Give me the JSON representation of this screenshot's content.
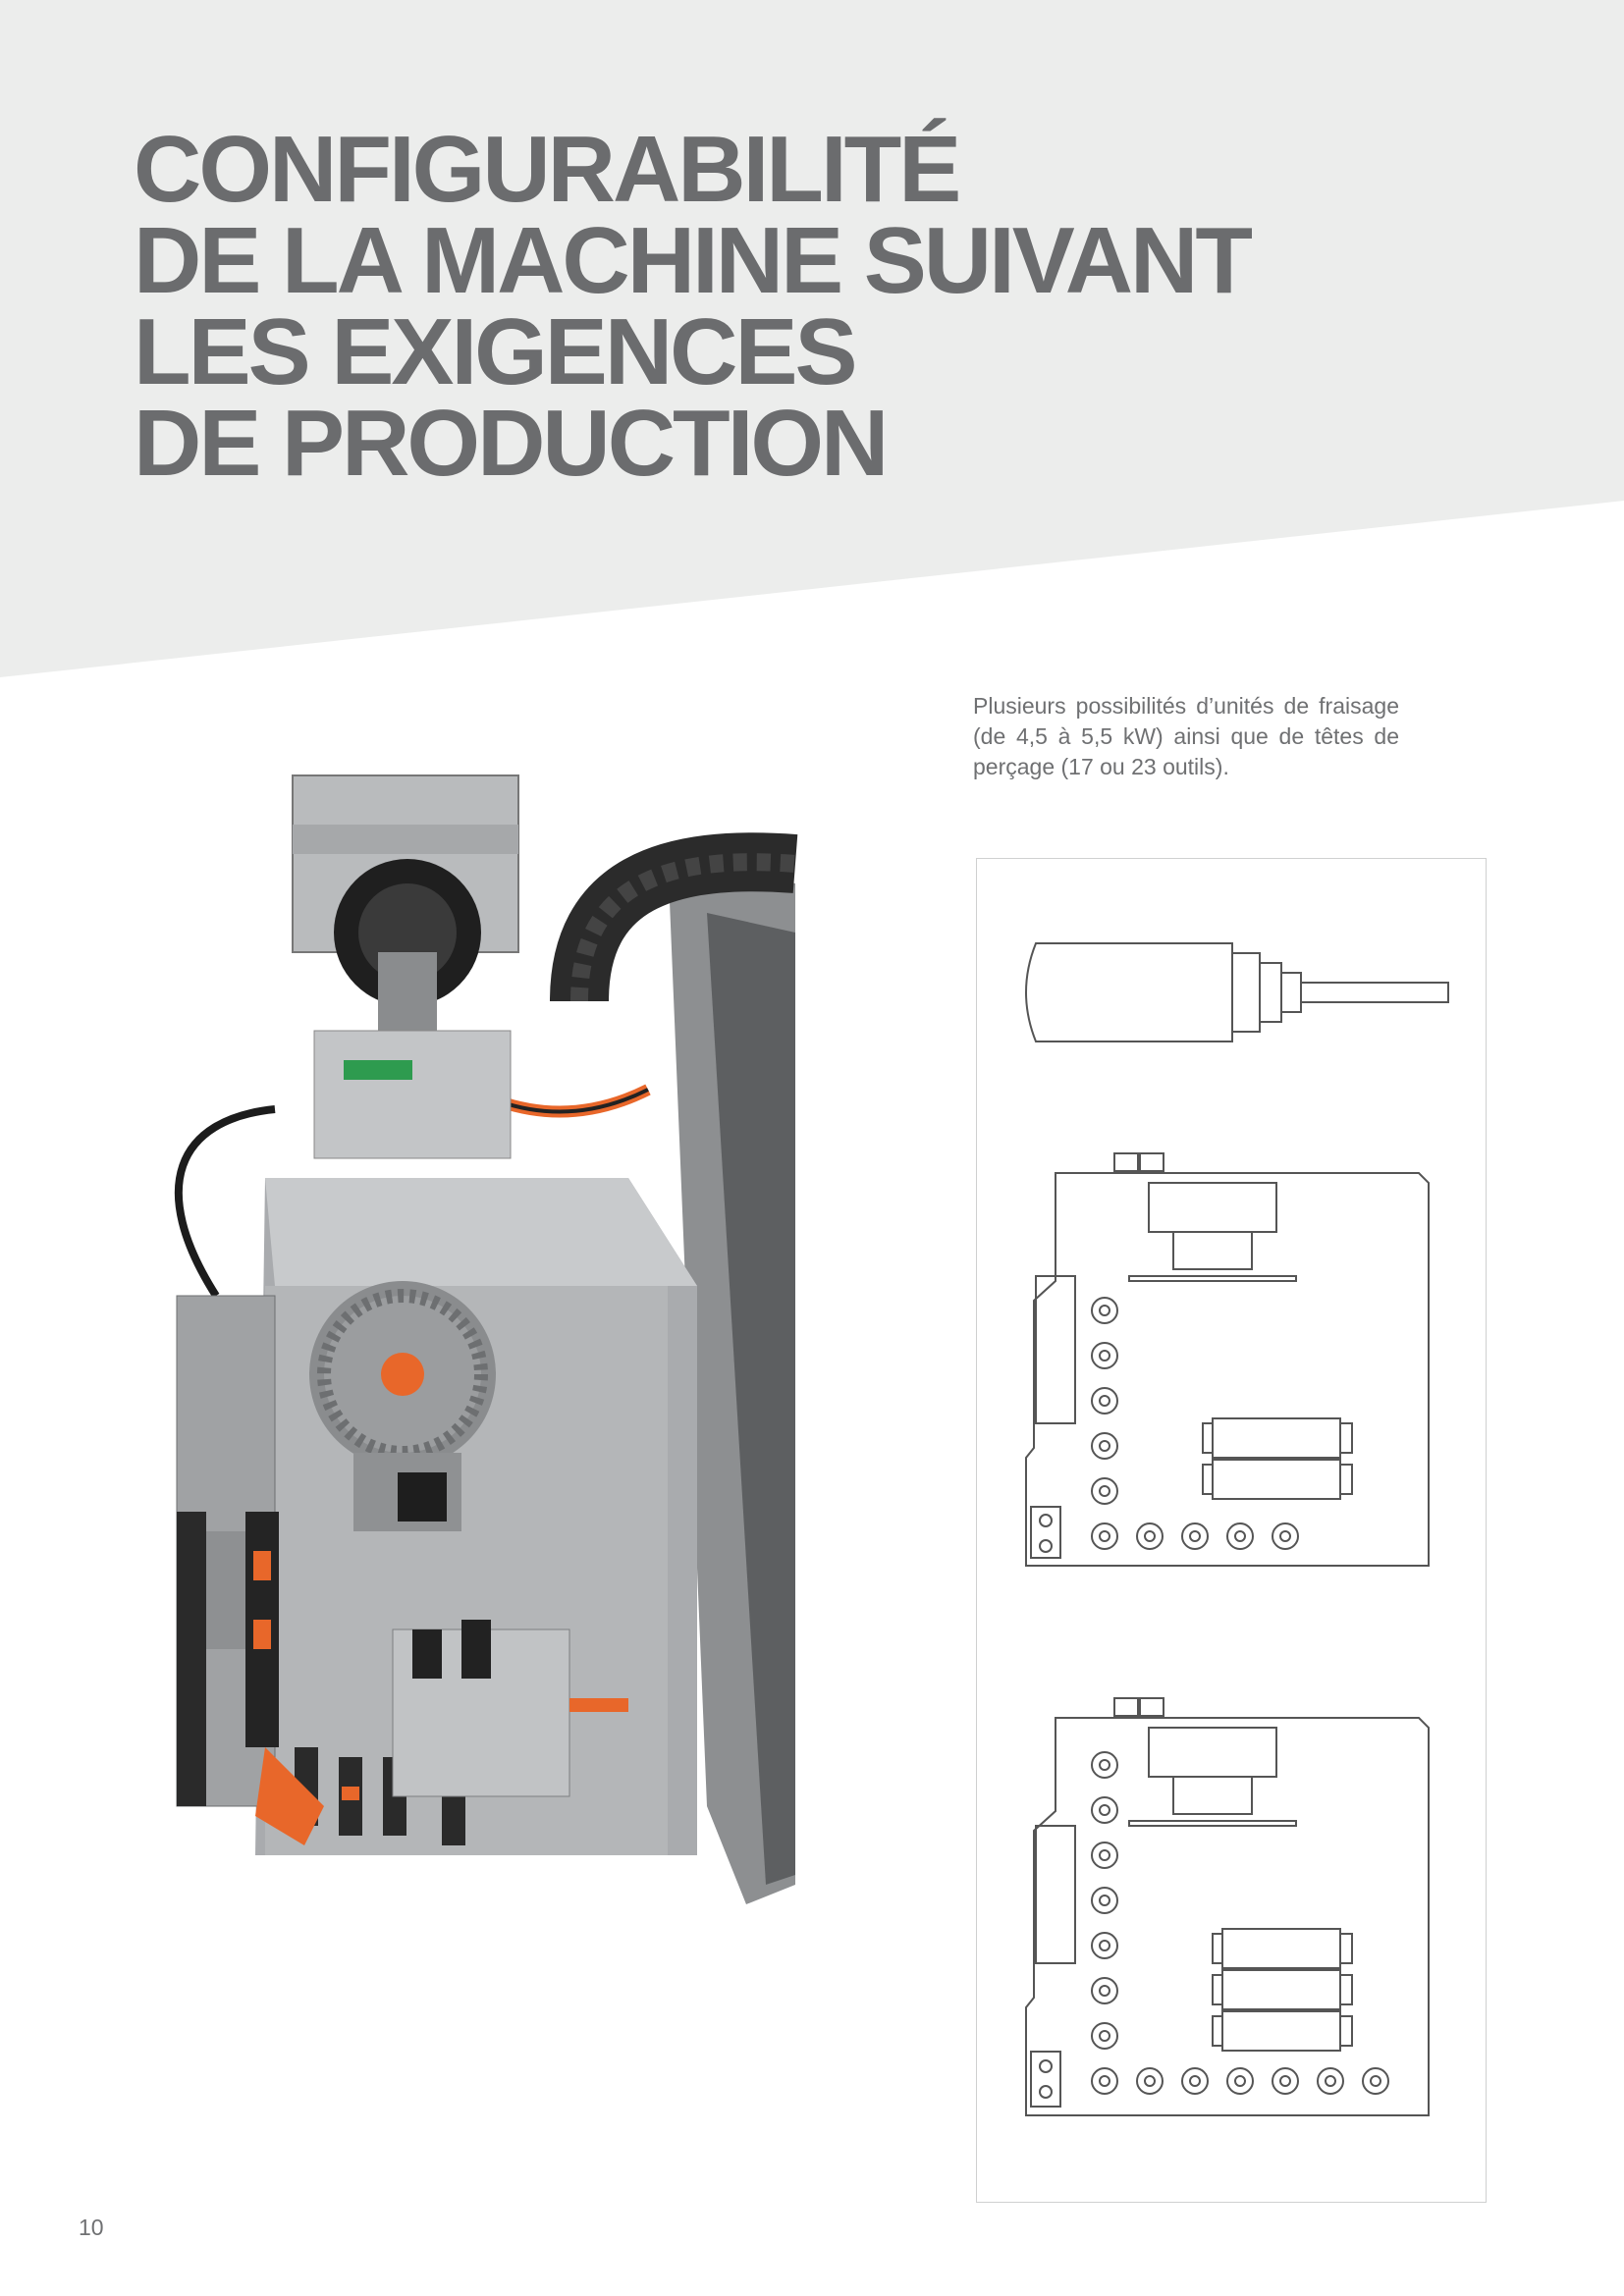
{
  "title": {
    "lines": [
      "CONFIGURABILITÉ",
      "DE LA MACHINE SUIVANT",
      "LES EXIGENCES",
      "DE PRODUCTION"
    ]
  },
  "caption": "Plusieurs possibilités d’unités de fraisage (de 4,5 à 5,5 kW) ainsi que de têtes de perçage (17 ou 23 outils).",
  "page_number": "10",
  "colors": {
    "header_band": "#ecedec",
    "title": "#6b6c6e",
    "text": "#6f7072",
    "accent_orange": "#e8672a"
  }
}
